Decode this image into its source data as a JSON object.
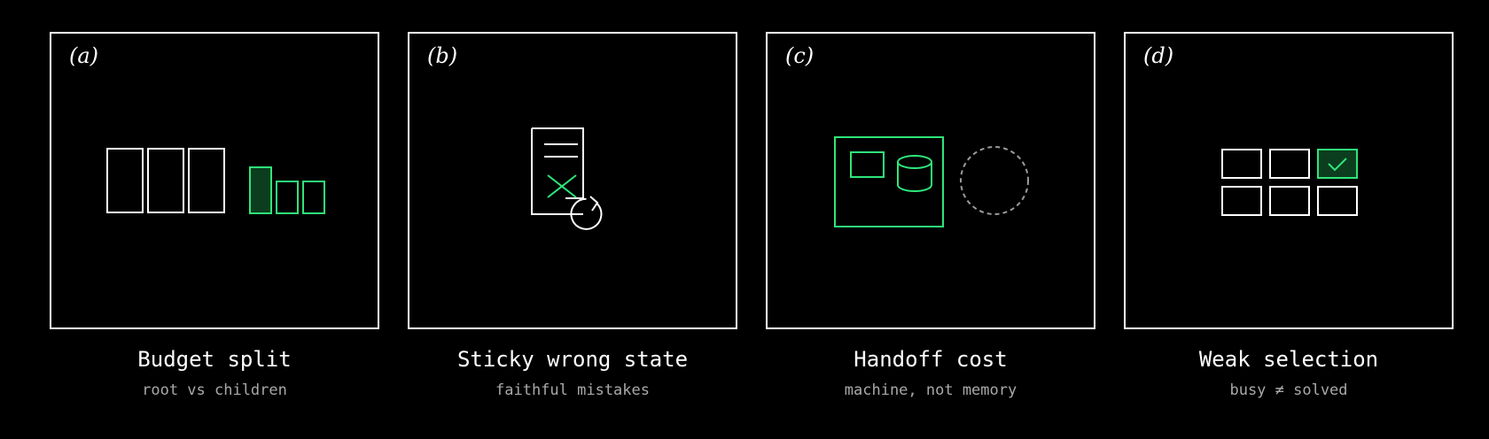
{
  "colors": {
    "background": "#000000",
    "stroke": "#ffffff",
    "accent": "#2ee67a",
    "accent_fill": "#0b3d1e",
    "muted_text": "#a8a8a8",
    "dashed": "#9a9a9a"
  },
  "panels": [
    {
      "tag": "(a)",
      "title": "Budget split",
      "subtitle": "root vs children",
      "icon": "budget-split-blocks"
    },
    {
      "tag": "(b)",
      "title": "Sticky wrong state",
      "subtitle": "faithful mistakes",
      "icon": "document-error-refresh"
    },
    {
      "tag": "(c)",
      "title": "Handoff cost",
      "subtitle": "machine, not memory",
      "icon": "machine-vs-memory"
    },
    {
      "tag": "(d)",
      "title": "Weak selection",
      "subtitle": "busy ≠ solved",
      "icon": "grid-one-checked"
    }
  ]
}
